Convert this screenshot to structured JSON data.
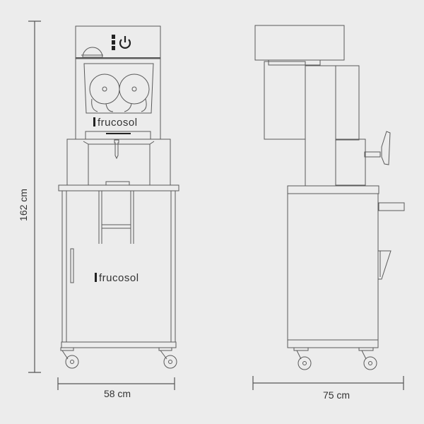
{
  "dimensions": {
    "height_label": "162 cm",
    "front_width_label": "58 cm",
    "side_depth_label": "75 cm"
  },
  "front_view": {
    "head_brand": "frucosol",
    "cabinet_brand": "frucosol"
  },
  "colors": {
    "background": "#ececec",
    "line": "#5a5a5a"
  }
}
